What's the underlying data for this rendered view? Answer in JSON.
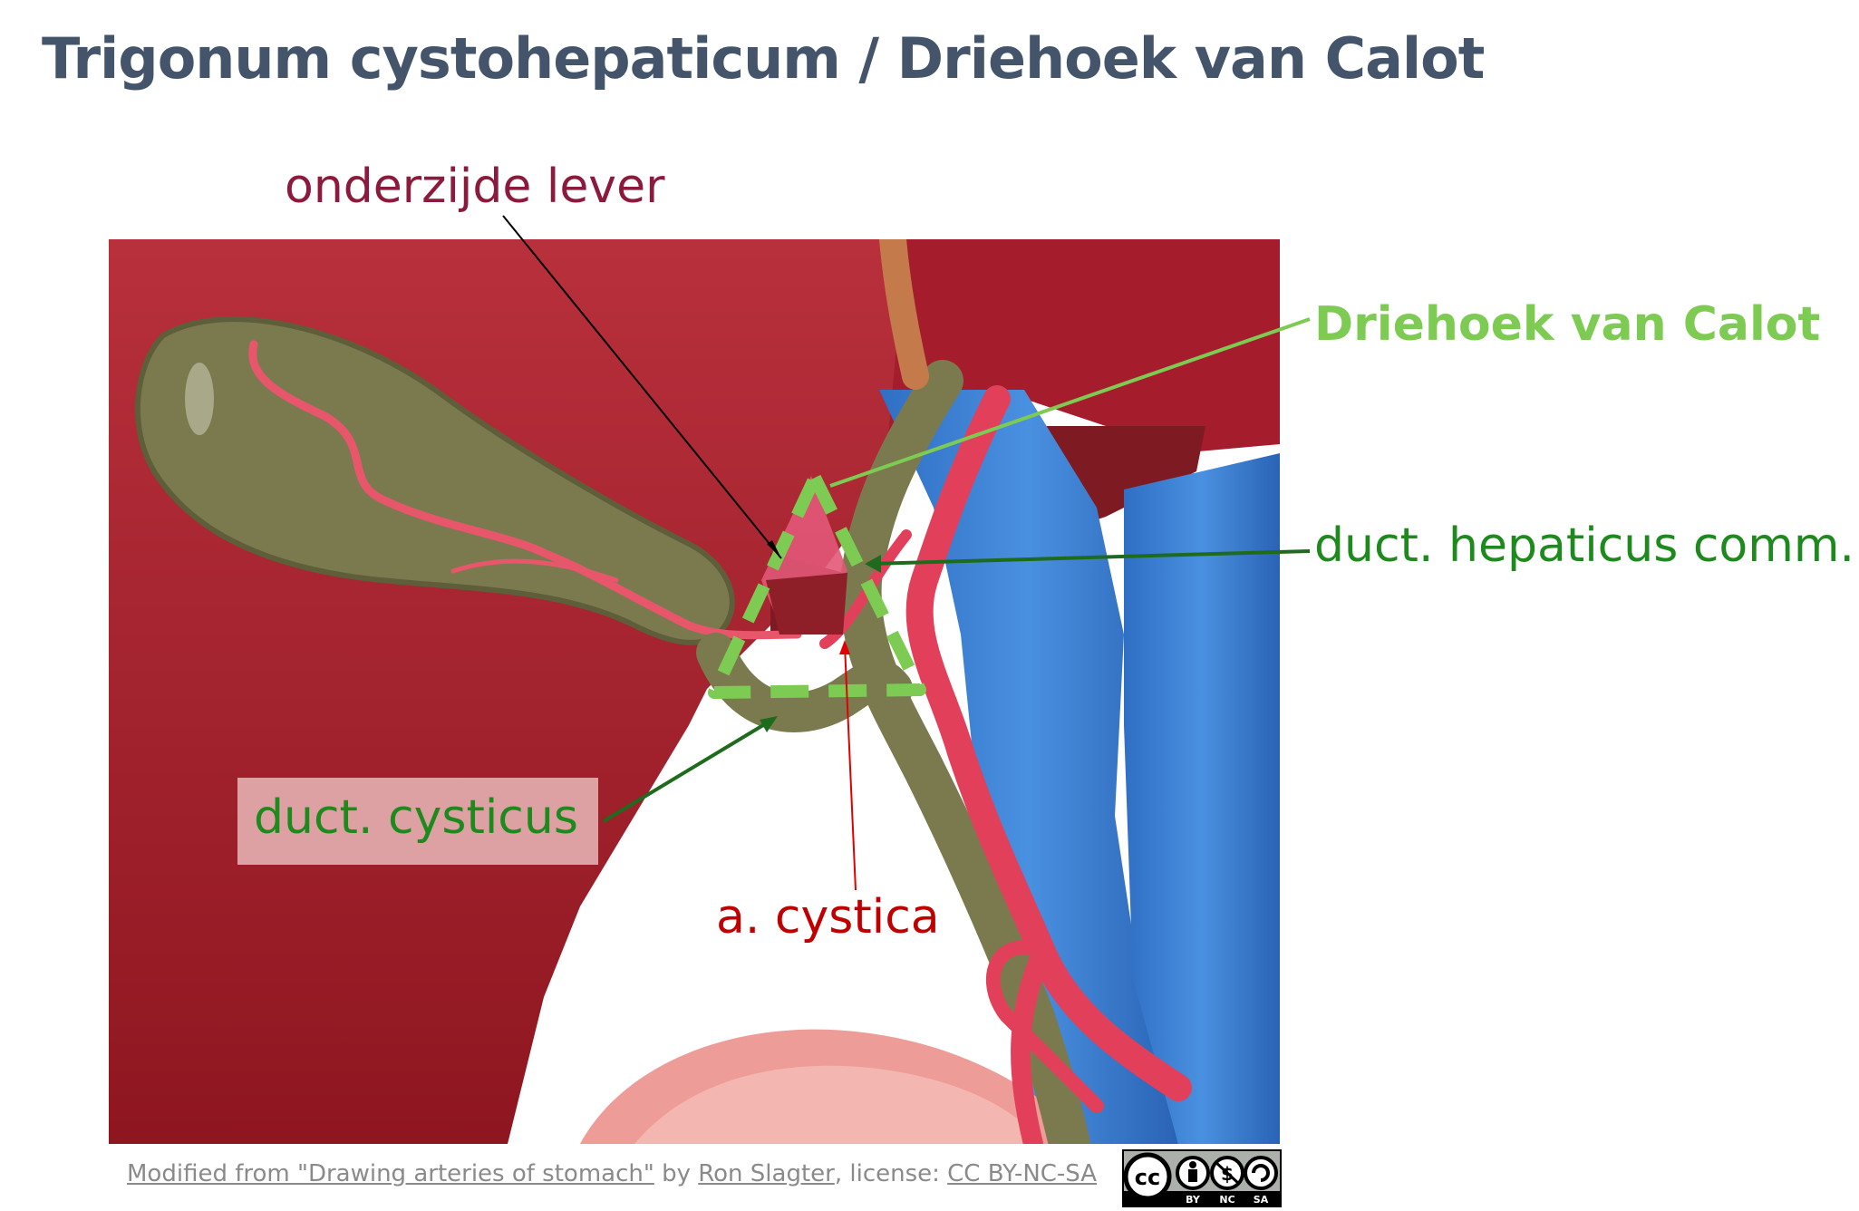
{
  "title": "Trigonum cystohepaticum / Driehoek van Calot",
  "labels": {
    "liver_underside": "onderzijde lever",
    "calot_triangle": "Driehoek van Calot",
    "common_hepatic_duct": "duct. hepaticus comm.",
    "cystic_duct": "duct. cysticus",
    "cystic_artery": "a. cystica"
  },
  "credit": {
    "prefix": "Modified from \"Drawing arteries of stomach\"",
    "by": " by ",
    "author": "Ron Slagter",
    "license_prefix": ", license: ",
    "license": "CC BY-NC-SA"
  },
  "cc_badge": {
    "symbol": "cc",
    "terms": [
      "BY",
      "NC",
      "SA"
    ]
  },
  "colors": {
    "title": "#44546A",
    "liver": "#A51C2C",
    "gallbladder": "#7A7A4E",
    "artery": "#E0405A",
    "vein": "#3A7FD0",
    "calot_outline": "#7DCB52",
    "label_green": "#1E8A1E",
    "label_red": "#C00000",
    "label_maroon": "#8B1A3C"
  }
}
